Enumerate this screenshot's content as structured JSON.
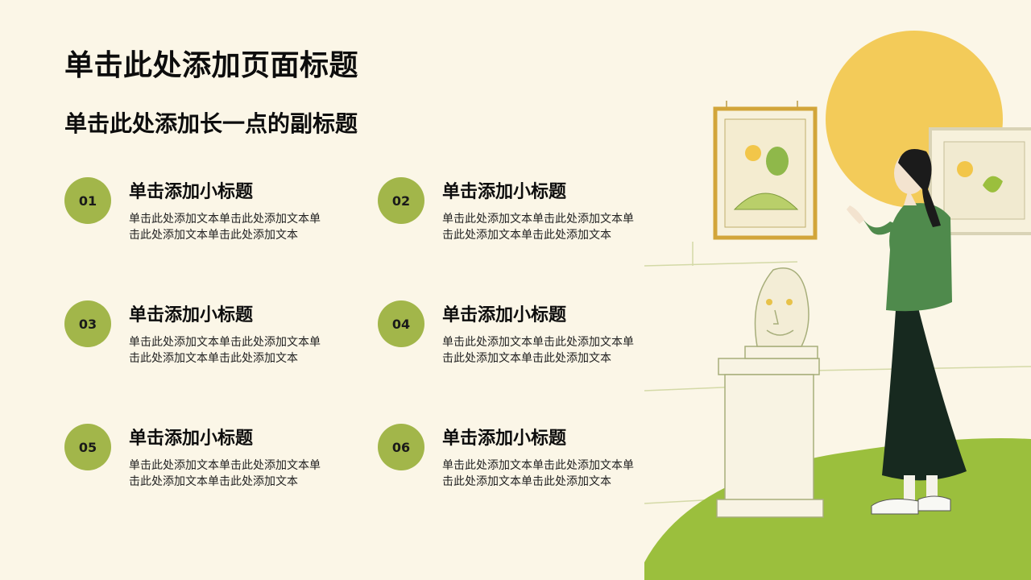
{
  "header": {
    "title": "单击此处添加页面标题",
    "subtitle": "单击此处添加长一点的副标题"
  },
  "items": [
    {
      "number": "01",
      "title": "单击添加小标题",
      "text": "单击此处添加文本单击此处添加文本单击此处添加文本单击此处添加文本"
    },
    {
      "number": "02",
      "title": "单击添加小标题",
      "text": "单击此处添加文本单击此处添加文本单击此处添加文本单击此处添加文本"
    },
    {
      "number": "03",
      "title": "单击添加小标题",
      "text": "单击此处添加文本单击此处添加文本单击此处添加文本单击此处添加文本"
    },
    {
      "number": "04",
      "title": "单击添加小标题",
      "text": "单击此处添加文本单击此处添加文本单击此处添加文本单击此处添加文本"
    },
    {
      "number": "05",
      "title": "单击添加小标题",
      "text": "单击此处添加文本单击此处添加文本单击此处添加文本单击此处添加文本"
    },
    {
      "number": "06",
      "title": "单击添加小标题",
      "text": "单击此处添加文本单击此处添加文本单击此处添加文本单击此处添加文本"
    }
  ],
  "colors": {
    "background": "#fbf6e7",
    "accent_green": "#a2b64a",
    "sun_yellow": "#f2c649",
    "ground_green": "#9bbf3d",
    "jacket_green": "#4f8a4c"
  },
  "illustration": {
    "icon": "gallery-visitor-illustration"
  }
}
